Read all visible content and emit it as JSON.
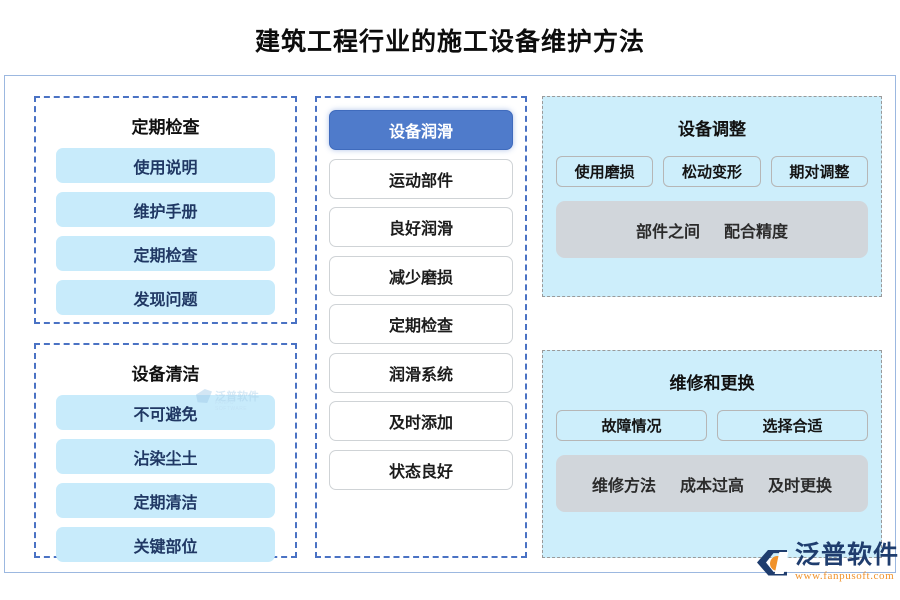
{
  "page": {
    "title": "建筑工程行业的施工设备维护方法"
  },
  "colors": {
    "accent_blue": "#4f7bcb",
    "pill_light_blue": "#c8ebfb",
    "panel_light_blue": "#cdeefb",
    "grey_box": "#d1d6db",
    "frame_border": "#9cb8e0",
    "dash_blue": "#4a72c4",
    "dash_grey": "#9a9a9a",
    "logo_navy": "#1f3d6e",
    "logo_orange": "#f0922b"
  },
  "left_column": {
    "sections": [
      {
        "title": "定期检查",
        "items": [
          "使用说明",
          "维护手册",
          "定期检查",
          "发现问题"
        ]
      },
      {
        "title": "设备清洁",
        "items": [
          "不可避免",
          "沾染尘土",
          "定期清洁",
          "关键部位"
        ]
      }
    ]
  },
  "middle_column": {
    "items": [
      {
        "label": "设备润滑",
        "active": true
      },
      {
        "label": "运动部件",
        "active": false
      },
      {
        "label": "良好润滑",
        "active": false
      },
      {
        "label": "减少磨损",
        "active": false
      },
      {
        "label": "定期检查",
        "active": false
      },
      {
        "label": "润滑系统",
        "active": false
      },
      {
        "label": "及时添加",
        "active": false
      },
      {
        "label": "状态良好",
        "active": false
      }
    ]
  },
  "right_column": {
    "sections": [
      {
        "title": "设备调整",
        "chips": [
          "使用磨损",
          "松动变形",
          "期对调整"
        ],
        "grey_items": [
          "部件之间",
          "配合精度"
        ]
      },
      {
        "title": "维修和更换",
        "chips": [
          "故障情况",
          "选择合适"
        ],
        "grey_items": [
          "维修方法",
          "成本过高",
          "及时更换"
        ]
      }
    ]
  },
  "watermark": {
    "text": "泛普软件",
    "sub": "FANPU SOFTWARE"
  },
  "logo": {
    "name": "泛普软件",
    "url": "www.fanpusoft.com"
  }
}
